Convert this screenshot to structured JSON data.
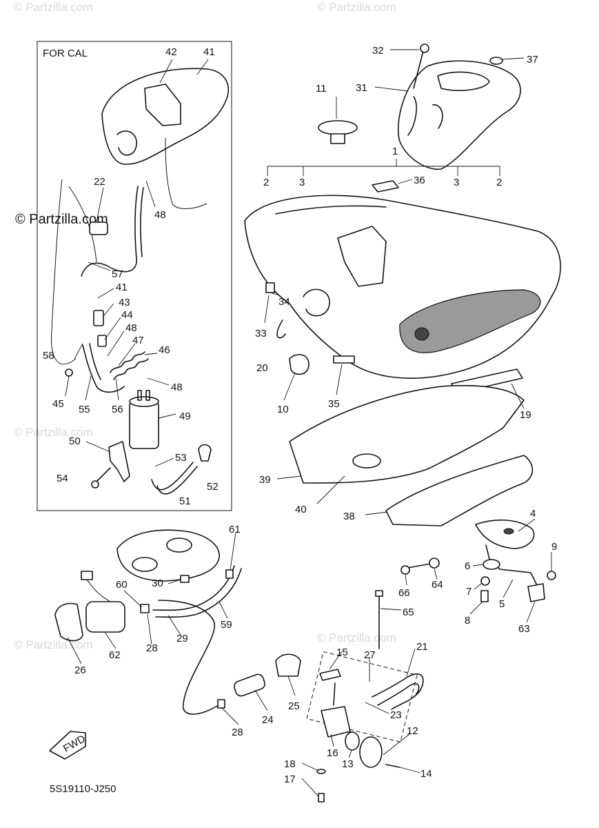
{
  "watermarks": {
    "brand": "© Partzilla.com",
    "brand_side": "© Partzilla.com"
  },
  "inset": {
    "title": "FOR CAL"
  },
  "diagram_code": "5S19110-J250",
  "fwd_badge": "FWD",
  "callouts": {
    "c1": "1",
    "c2a": "2",
    "c2b": "2",
    "c3a": "3",
    "c3b": "3",
    "c4": "4",
    "c5": "5",
    "c6": "6",
    "c7": "7",
    "c8": "8",
    "c9": "9",
    "c10": "10",
    "c11": "11",
    "c12": "12",
    "c13": "13",
    "c14": "14",
    "c15": "15",
    "c16": "16",
    "c17": "17",
    "c18": "18",
    "c19": "19",
    "c20": "20",
    "c21": "21",
    "c22": "22",
    "c23": "23",
    "c24": "24",
    "c25": "25",
    "c26": "26",
    "c27": "27",
    "c28a": "28",
    "c28b": "28",
    "c29": "29",
    "c30": "30",
    "c31": "31",
    "c32": "32",
    "c33": "33",
    "c34": "34",
    "c35": "35",
    "c36": "36",
    "c37": "37",
    "c38": "38",
    "c39": "39",
    "c40": "40",
    "c41a": "41",
    "c41b": "41",
    "c42": "42",
    "c43": "43",
    "c44": "44",
    "c45": "45",
    "c46": "46",
    "c47": "47",
    "c48a": "48",
    "c48b": "48",
    "c48c": "48",
    "c49": "49",
    "c50": "50",
    "c51": "51",
    "c52": "52",
    "c53": "53",
    "c54": "54",
    "c55": "55",
    "c56": "56",
    "c57": "57",
    "c58": "58",
    "c59": "59",
    "c60": "60",
    "c61": "61",
    "c62": "62",
    "c63": "63",
    "c64": "64",
    "c65": "65",
    "c66": "66"
  }
}
